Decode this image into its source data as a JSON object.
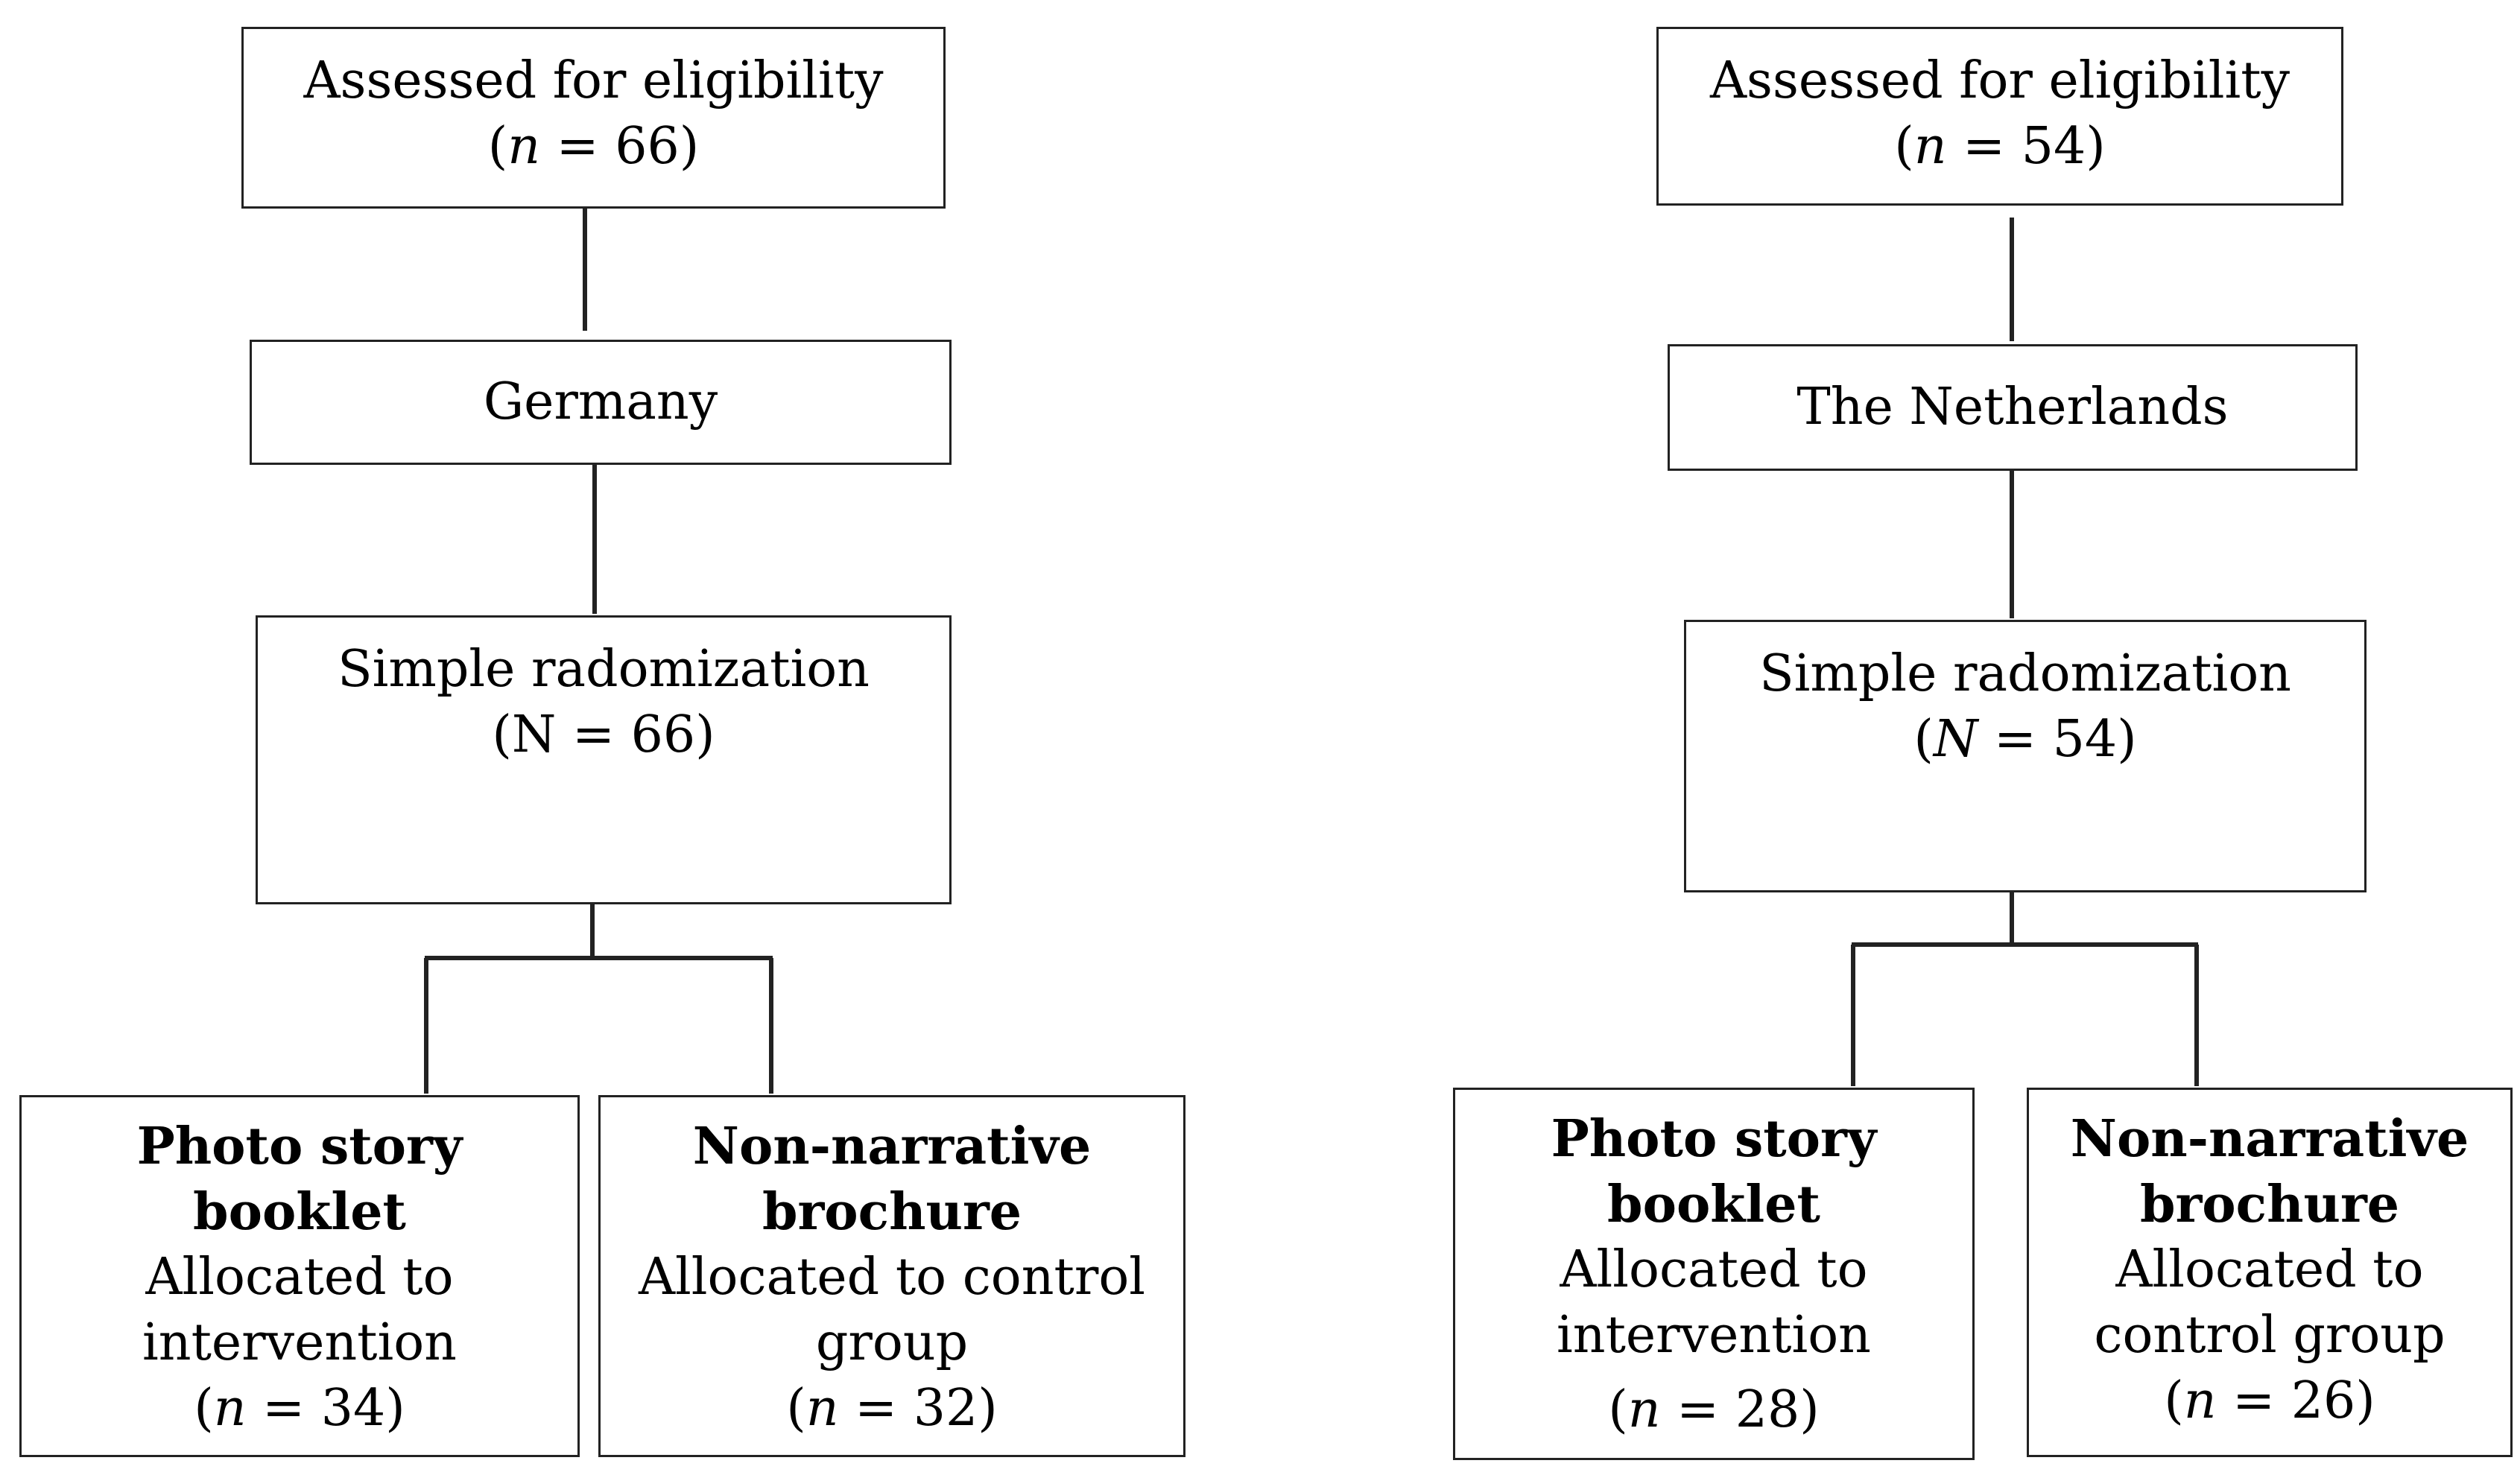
{
  "germany": {
    "eligibility": {
      "label": "Assessed for eligibility",
      "n_symbol": "n",
      "n_text": " = 66"
    },
    "country": "Germany",
    "randomization": {
      "label": "Simple radomization",
      "n_text": "(N = 66)"
    },
    "intervention": {
      "title_1": "Photo story",
      "title_2": "booklet",
      "line_1": "Allocated to",
      "line_2": "intervention",
      "n_symbol": "n",
      "n_text": " = 34"
    },
    "control": {
      "title_1": "Non-narrative",
      "title_2": "brochure",
      "line_1": "Allocated to control",
      "line_2": "group",
      "n_symbol": "n",
      "n_text": " = 32"
    }
  },
  "netherlands": {
    "eligibility": {
      "label": "Assessed for eligibility",
      "n_symbol": "n",
      "n_text": " = 54"
    },
    "country": "The Netherlands",
    "randomization": {
      "label": "Simple radomization",
      "n_symbol": "N",
      "n_text": " = 54"
    },
    "intervention": {
      "title_1": "Photo story",
      "title_2": "booklet",
      "line_1": "Allocated to",
      "line_2": "intervention",
      "n_symbol": "n",
      "n_text": " = 28"
    },
    "control": {
      "title_1": "Non-narrative",
      "title_2": "brochure",
      "line_1": "Allocated to",
      "line_2": "control group",
      "n_symbol": "n",
      "n_text": " = 26"
    }
  }
}
